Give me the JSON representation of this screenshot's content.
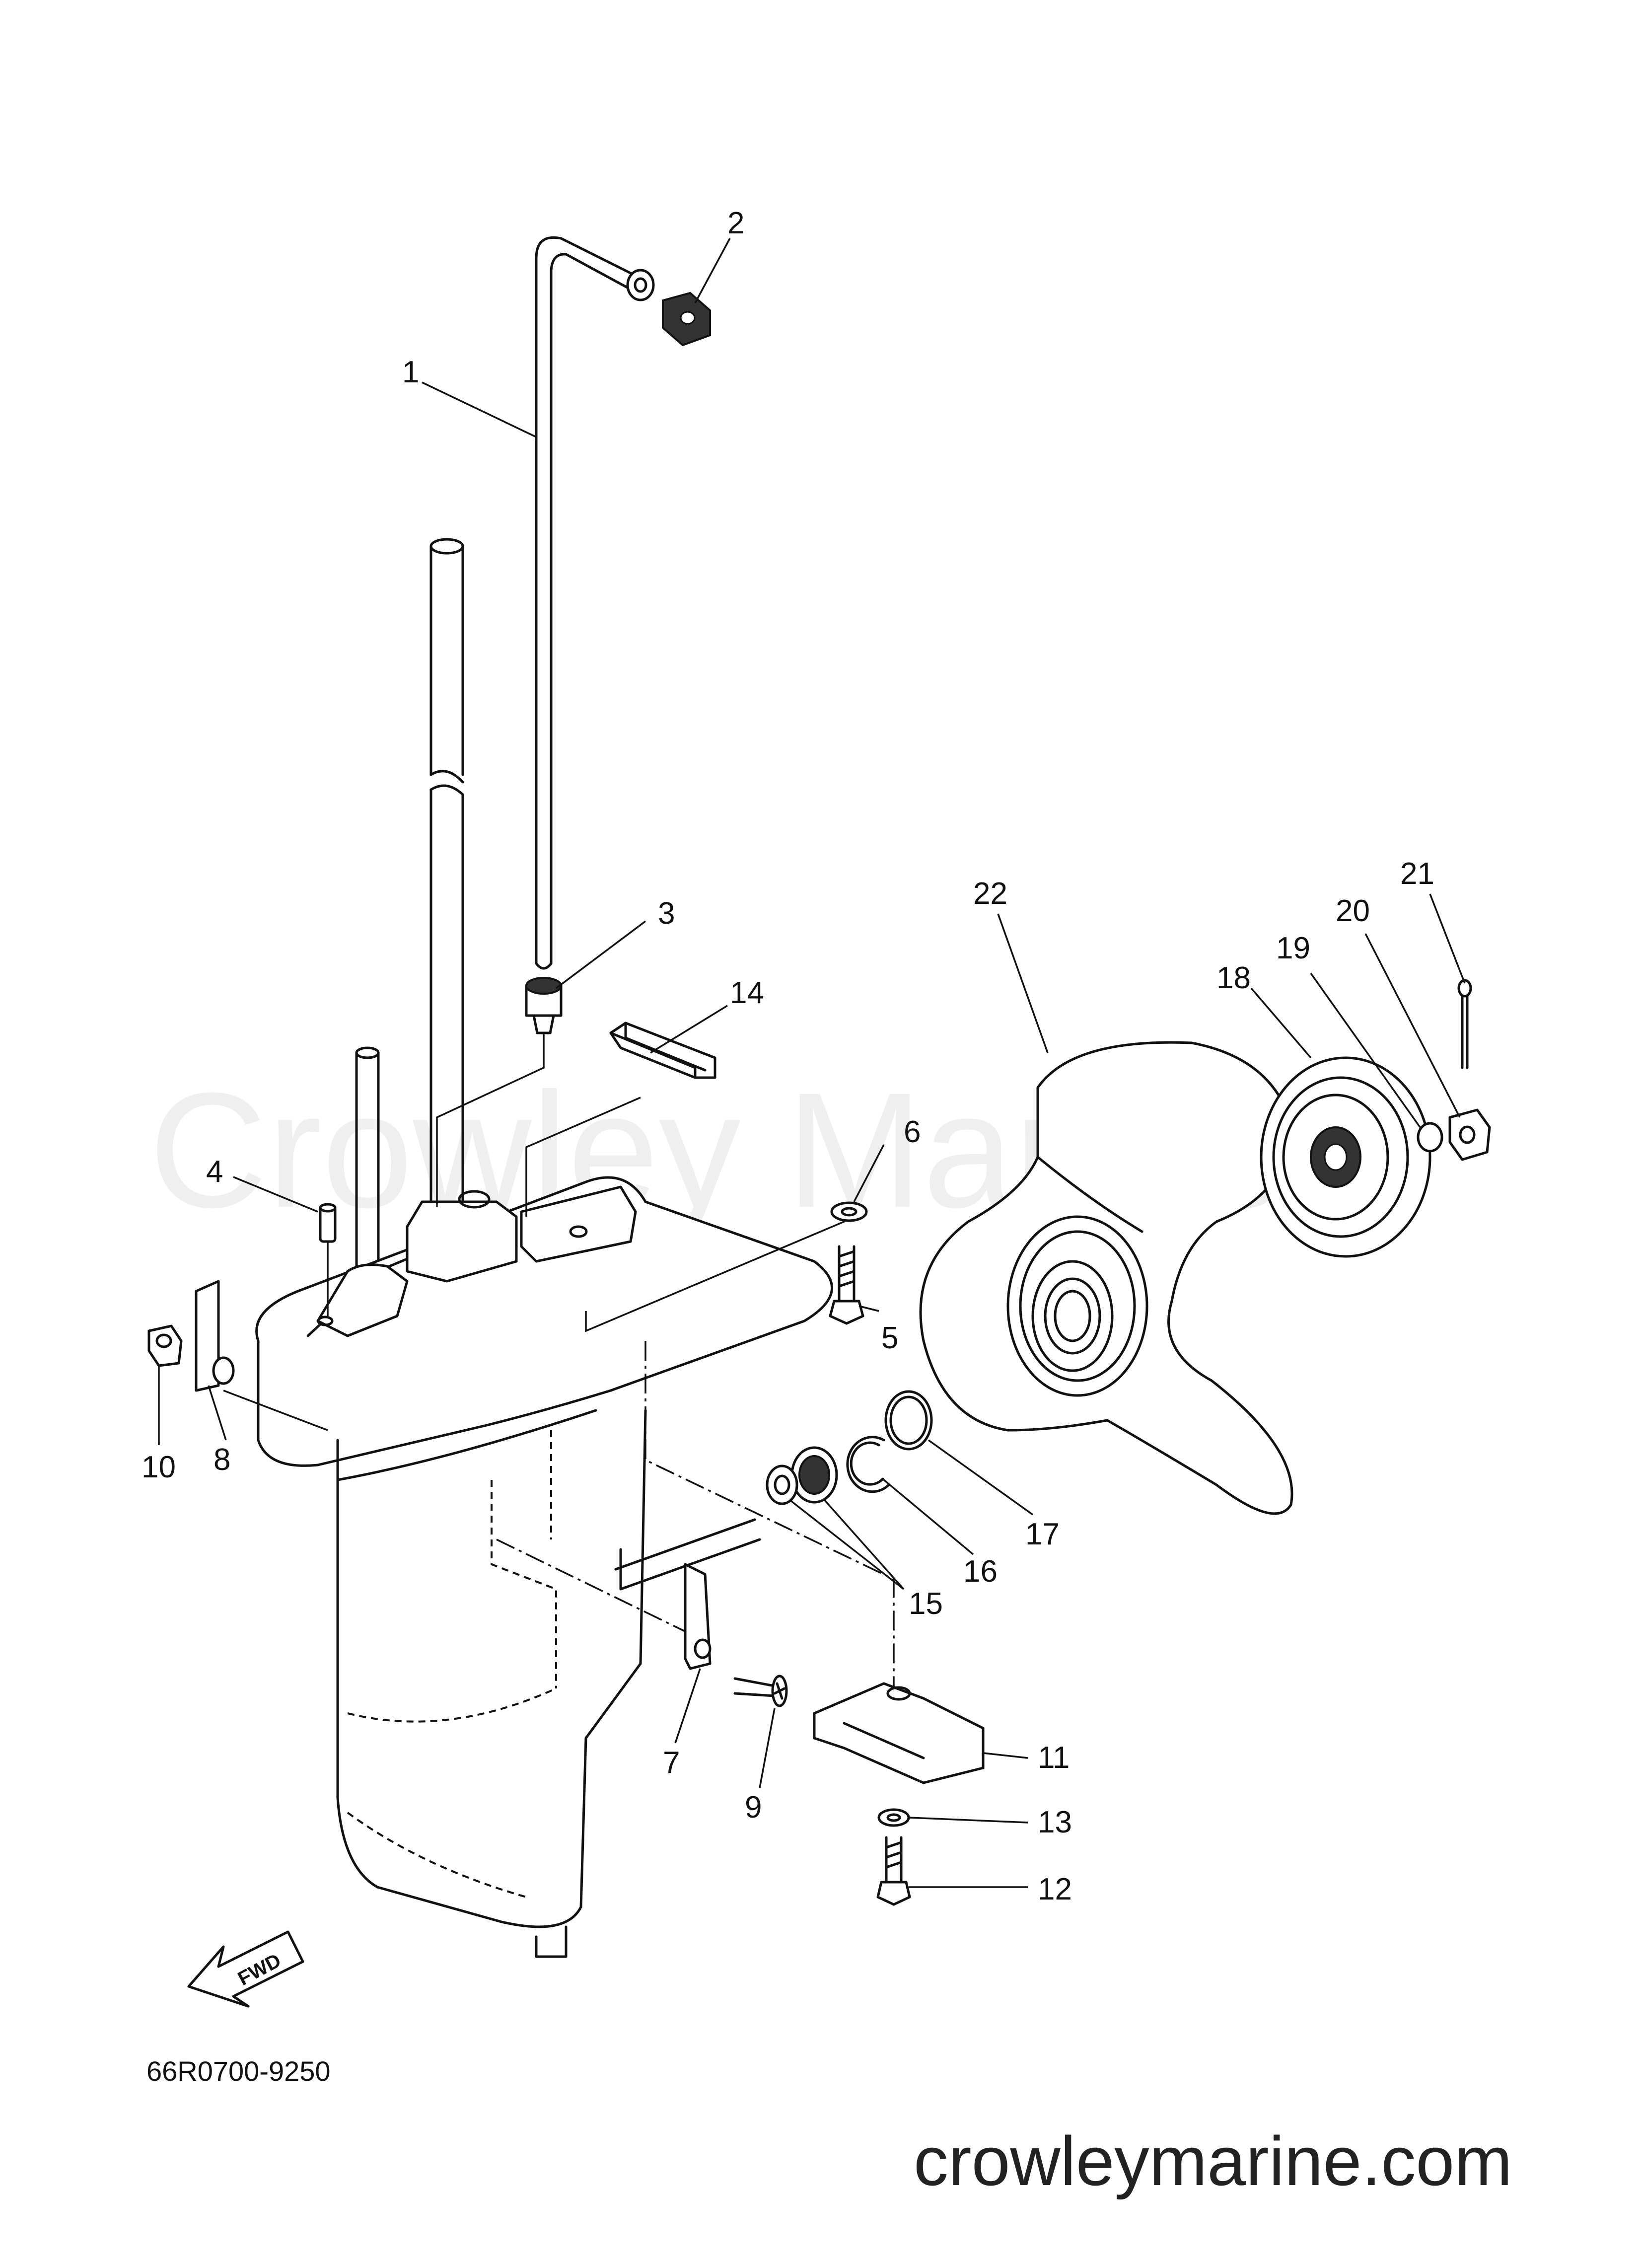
{
  "watermark": "Crowley Marine",
  "diagram_code": "66R0700-9250",
  "site_url": "crowleymarine.com",
  "fwd_label": "FWD",
  "callouts": [
    {
      "n": "1",
      "part": "water-tube"
    },
    {
      "n": "2",
      "part": "grommet"
    },
    {
      "n": "3",
      "part": "tube-joint"
    },
    {
      "n": "4",
      "part": "dowel-pin"
    },
    {
      "n": "5",
      "part": "bolt"
    },
    {
      "n": "6",
      "part": "washer"
    },
    {
      "n": "7",
      "part": "plate"
    },
    {
      "n": "8",
      "part": "plate"
    },
    {
      "n": "9",
      "part": "screw"
    },
    {
      "n": "10",
      "part": "nut"
    },
    {
      "n": "11",
      "part": "trim-tab"
    },
    {
      "n": "12",
      "part": "bolt"
    },
    {
      "n": "13",
      "part": "washer"
    },
    {
      "n": "14",
      "part": "rubber-seal"
    },
    {
      "n": "15",
      "part": "grommet-set"
    },
    {
      "n": "16",
      "part": "circlip"
    },
    {
      "n": "17",
      "part": "o-ring"
    },
    {
      "n": "18",
      "part": "spacer"
    },
    {
      "n": "19",
      "part": "washer"
    },
    {
      "n": "20",
      "part": "nut"
    },
    {
      "n": "21",
      "part": "cotter-pin"
    },
    {
      "n": "22",
      "part": "propeller"
    }
  ]
}
